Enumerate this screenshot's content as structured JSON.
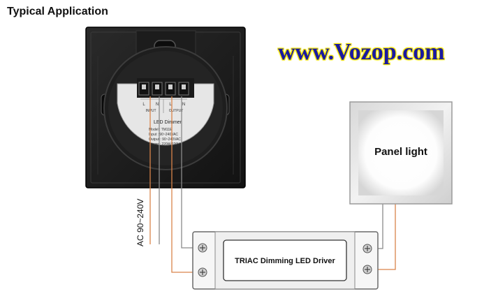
{
  "header": {
    "title": "Typical Application"
  },
  "brand": {
    "text": "www.Vozop.com"
  },
  "dimmer": {
    "terminals": [
      "L",
      "N",
      "L",
      "N"
    ],
    "input_label": "INPUT",
    "output_label": "OUTPUT",
    "name": "LED Dimmer",
    "specs": [
      "Model : TM11E",
      "Input : 90~240VAC",
      "Output : 90~240VAC",
      "Power : 220W/220V"
    ]
  },
  "supply": {
    "label": "AC 90~240V"
  },
  "panel": {
    "label": "Panel light"
  },
  "driver": {
    "label": "TRIAC Dimming LED Driver"
  },
  "colors": {
    "wire_orange": "#d9844a",
    "wire_gray": "#8a8a8a",
    "brand_blue": "#1a1aa0",
    "brand_glow": "#f6e600"
  }
}
